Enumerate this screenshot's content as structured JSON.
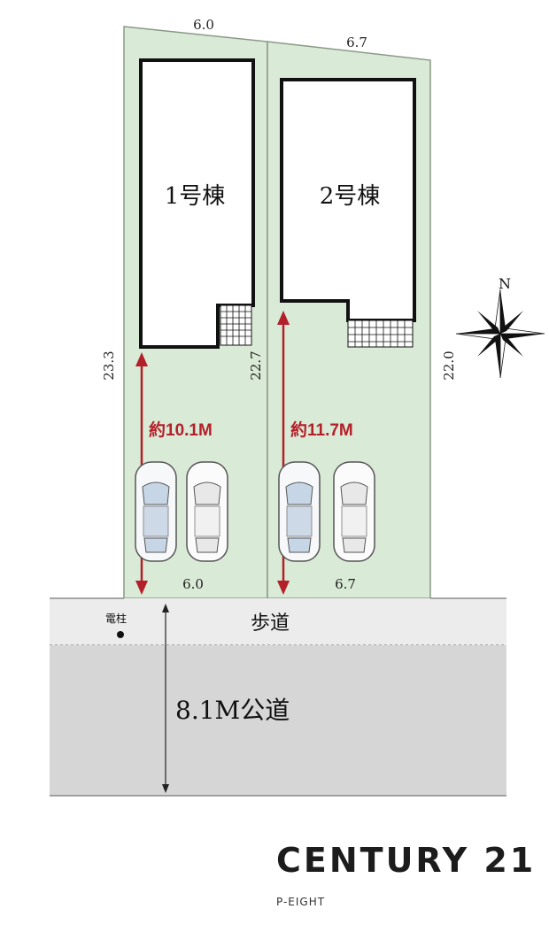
{
  "lots": {
    "lot1": {
      "building_label": "1号棟",
      "top_width": "6.0",
      "bottom_width": "6.0",
      "left_depth": "23.3",
      "right_depth": "22.7",
      "parking_length": "約10.1M"
    },
    "lot2": {
      "building_label": "2号棟",
      "top_width": "6.7",
      "bottom_width": "6.7",
      "right_depth": "22.0",
      "parking_length": "約11.7M"
    }
  },
  "compass": {
    "label": "N"
  },
  "sidewalk": {
    "label": "歩道",
    "pole_label": "電柱"
  },
  "road": {
    "label": "8.1M公道"
  },
  "brand": {
    "name": "CENTURY 21",
    "sub": "P-EIGHT"
  },
  "colors": {
    "lot_fill": "#d9ead6",
    "lot_stroke": "#8a9a86",
    "arrow": "#b3202a",
    "sidewalk": "#ececec",
    "road": "#d6d6d6"
  }
}
